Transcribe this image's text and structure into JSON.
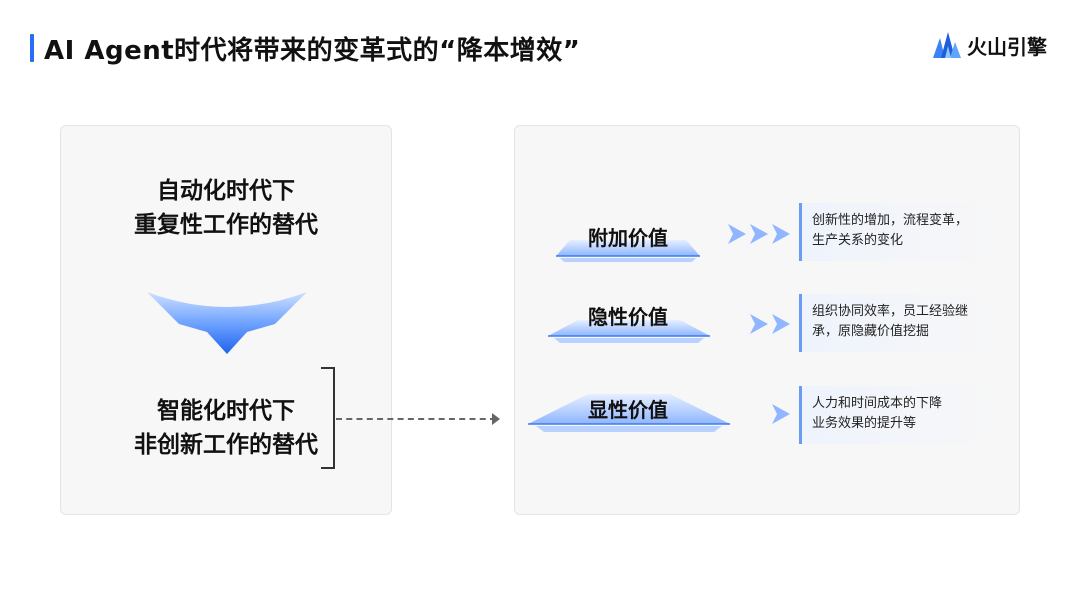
{
  "header": {
    "title": "AI Agent时代将带来的变革式的“降本增效”",
    "logo_text": "火山引擎",
    "accent_color": "#2a6cf6"
  },
  "left_panel": {
    "top_lines": [
      "自动化时代下",
      "重复性工作的替代"
    ],
    "arrow_icon": "down-arrow-icon",
    "bottom_lines": [
      "智能化时代下",
      "非创新工作的替代"
    ]
  },
  "right_panel": {
    "levels": [
      {
        "label": "附加价值",
        "description": [
          "创新性的增加，流程变革，",
          "生产关系的变化"
        ],
        "chevrons": 3
      },
      {
        "label": "隐性价值",
        "description": [
          "组织协同效率，员工经验继",
          "承，原隐藏价值挖掘"
        ],
        "chevrons": 2
      },
      {
        "label": "显性价值",
        "description": [
          "人力和时间成本的下降",
          "业务效果的提升等"
        ],
        "chevrons": 1
      }
    ]
  }
}
